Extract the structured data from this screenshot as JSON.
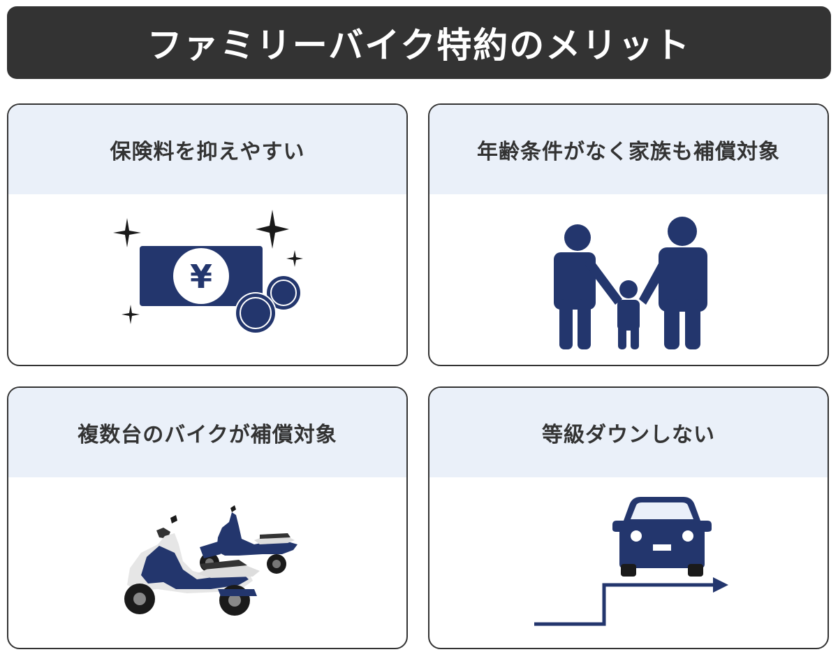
{
  "title": "ファミリーバイク特約のメリット",
  "colors": {
    "navy": "#23366d",
    "header_bg": "#333333",
    "card_head_bg": "#eaf0f9",
    "text": "#333333",
    "light_gray": "#e0e0e0"
  },
  "cards": [
    {
      "label": "保険料を抑えやすい",
      "icon": "yen-banknote-coins-icon"
    },
    {
      "label": "年齢条件がなく家族も補償対象",
      "icon": "family-icon"
    },
    {
      "label": "複数台のバイクが補償対象",
      "icon": "scooters-icon"
    },
    {
      "label": "等級ダウンしない",
      "icon": "car-step-arrow-icon"
    }
  ],
  "icons": {
    "yen_symbol": "¥"
  }
}
